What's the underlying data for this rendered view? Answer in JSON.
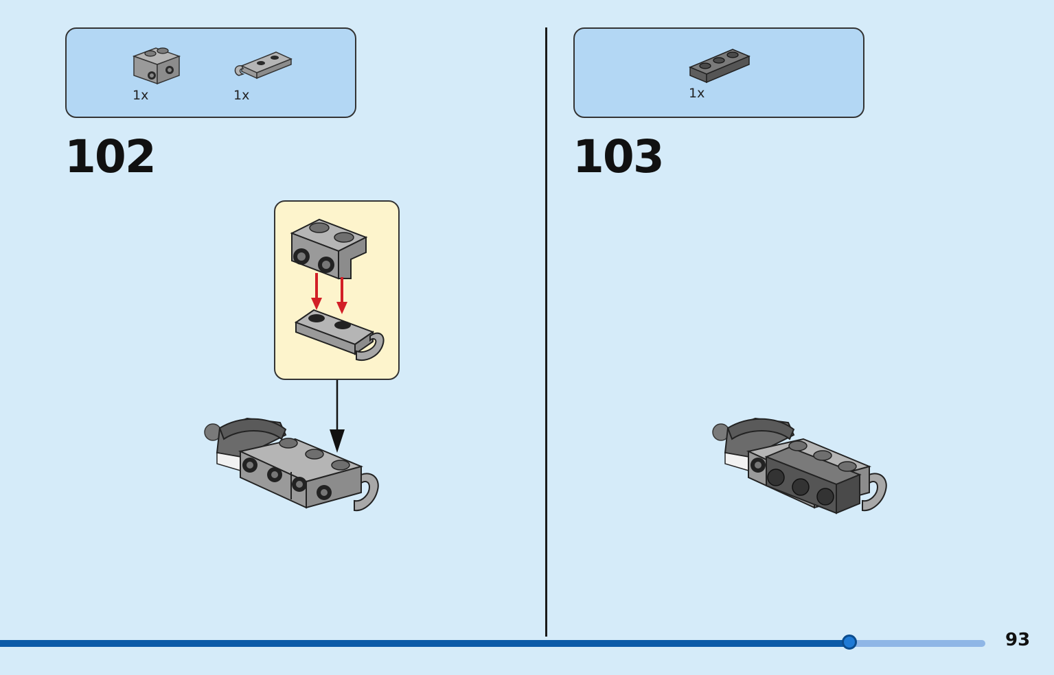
{
  "steps": [
    {
      "number": "102",
      "parts": [
        {
          "quantity": "1x",
          "icon": "bracket-1x2-icon",
          "color": "#9a9a9a"
        },
        {
          "quantity": "1x",
          "icon": "plate-1x2-clip-icon",
          "color": "#9a9a9a"
        }
      ]
    },
    {
      "number": "103",
      "parts": [
        {
          "quantity": "1x",
          "icon": "plate-1x3-icon",
          "color": "#6b6b6b"
        }
      ]
    }
  ],
  "page": {
    "number": "93"
  },
  "progress": {
    "fraction": 0.862
  },
  "colors": {
    "background": "#d5ebf9",
    "parts_box": "#b3d7f4",
    "callout": "#fdf4cc",
    "progress_fill": "#0b5aa8",
    "progress_track": "#8fb6e6",
    "arrow_red": "#d21f26"
  }
}
